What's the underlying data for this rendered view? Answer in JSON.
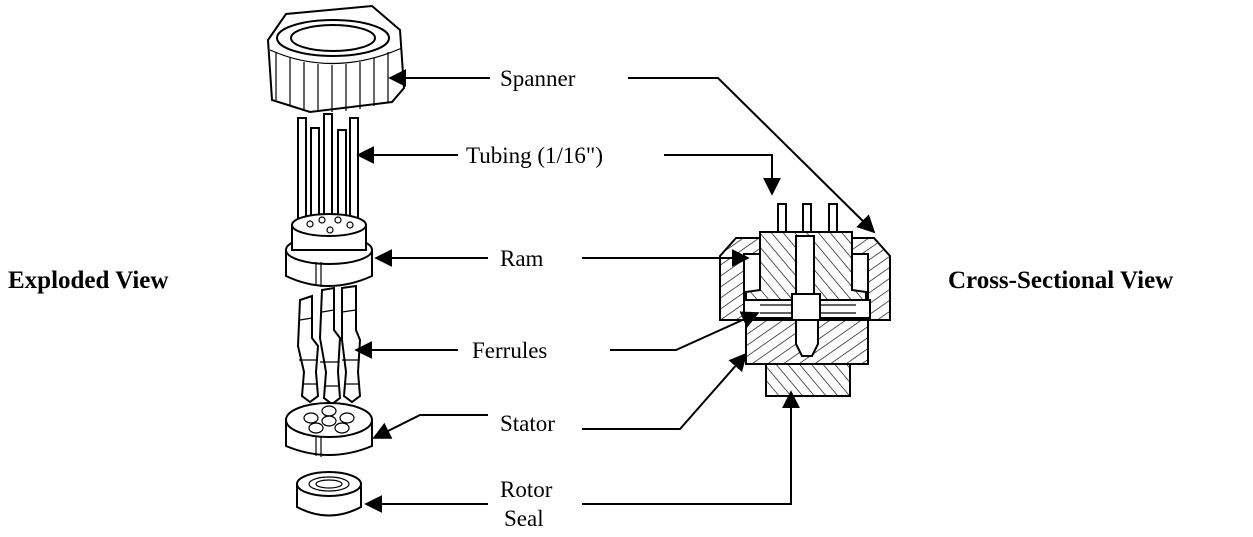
{
  "views": {
    "exploded": "Exploded View",
    "cross_section": "Cross-Sectional View"
  },
  "labels": {
    "spanner": "Spanner",
    "tubing": "Tubing (1/16\")",
    "ram": "Ram",
    "ferrules": "Ferrules",
    "stator": "Stator",
    "rotor_seal_line1": "Rotor",
    "rotor_seal_line2": "Seal"
  }
}
